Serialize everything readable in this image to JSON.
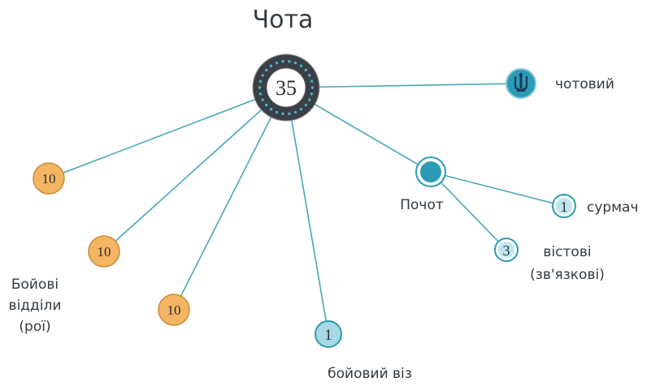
{
  "title": "Чота",
  "colors": {
    "connector": "#4aa6bb",
    "teal": "#2b9bb6",
    "orange": "#f3b463",
    "orange_border": "#c98d36",
    "light_blue": "#a7d9e6",
    "dark_ring": "#3b4047",
    "ring_dots": "#4ab0c8",
    "text": "#333a40"
  },
  "center": {
    "value": "35"
  },
  "leader": {
    "label": "чотовий",
    "icon": "tryzub-icon"
  },
  "squads": {
    "values": [
      "10",
      "10",
      "10"
    ],
    "label_lines": [
      "Бойові",
      "відділи",
      "(рої)"
    ]
  },
  "wagon": {
    "value": "1",
    "label": "бойовий віз"
  },
  "retinue": {
    "label": "Почот",
    "bugler": {
      "value": "1",
      "label": "сурмач"
    },
    "messengers": {
      "value": "3",
      "label_lines": [
        "вістові",
        "(зв'язкові)"
      ]
    }
  }
}
